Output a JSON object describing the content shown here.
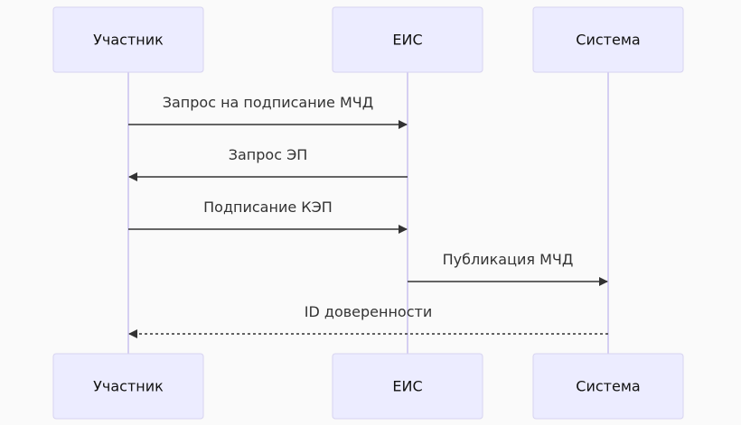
{
  "participants": [
    {
      "id": "participant",
      "label": "Участник"
    },
    {
      "id": "eis",
      "label": "ЕИС"
    },
    {
      "id": "system",
      "label": "Система"
    }
  ],
  "messages": [
    {
      "from": "participant",
      "to": "eis",
      "label": "Запрос на подписание МЧД",
      "style": "solid"
    },
    {
      "from": "eis",
      "to": "participant",
      "label": "Запрос ЭП",
      "style": "solid"
    },
    {
      "from": "participant",
      "to": "eis",
      "label": "Подписание КЭП",
      "style": "solid"
    },
    {
      "from": "eis",
      "to": "system",
      "label": "Публикация МЧД",
      "style": "solid"
    },
    {
      "from": "system",
      "to": "participant",
      "label": "ID доверенности",
      "style": "dashed"
    }
  ],
  "colors": {
    "background": "#fafafa",
    "actor_fill": "#ececff",
    "actor_border": "#d7d3f0",
    "lifeline": "#d5cff2",
    "message": "#333333"
  }
}
